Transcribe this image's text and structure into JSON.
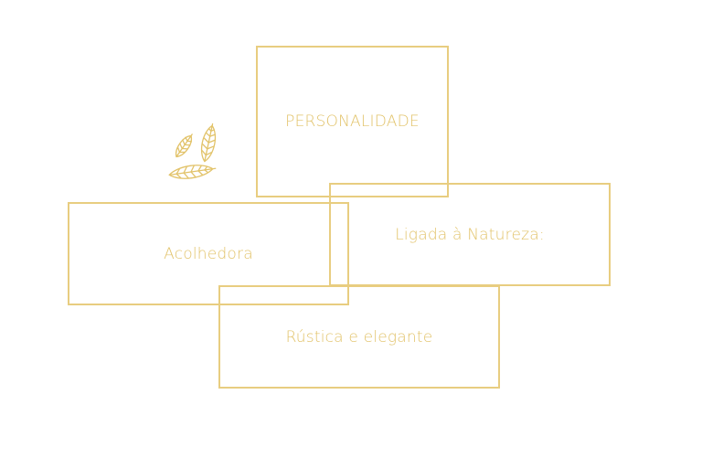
{
  "colors": {
    "accent": "#e8cd80",
    "text": "#e2c36a",
    "background": "#ffffff"
  },
  "icon": "leaves-icon",
  "boxes": {
    "personalidade": "PERSONALIDADE",
    "natureza": "Ligada à Natureza:",
    "acolhedora": "Acolhedora",
    "rustica": "Rústica e elegante"
  }
}
